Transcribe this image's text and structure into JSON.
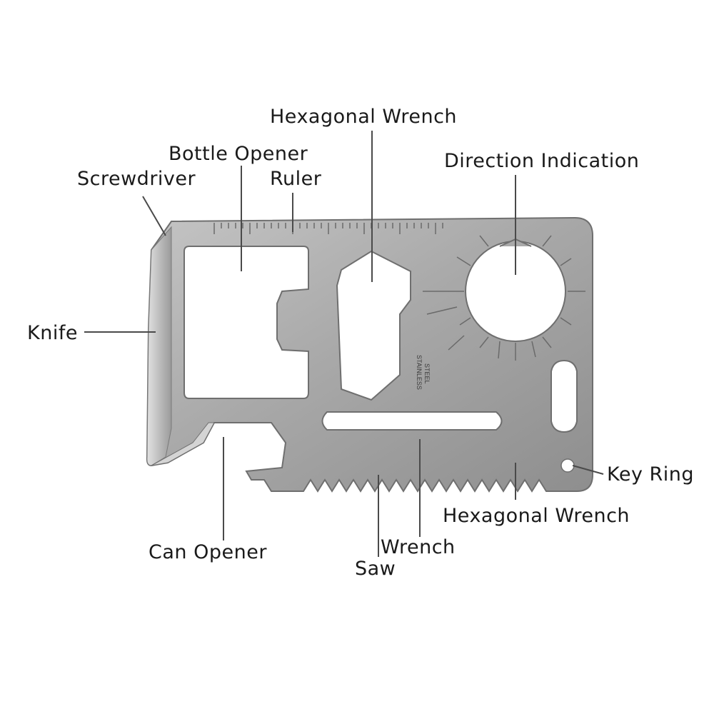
{
  "colors": {
    "background": "#ffffff",
    "steel_light": "#bcbcbc",
    "steel_mid": "#9d9d9d",
    "steel_dark": "#6f6f6f",
    "leader_line": "#4a4a4a",
    "label_text": "#1a1a1a"
  },
  "card": {
    "stamp_line1": "STAINLESS",
    "stamp_line2": "STEEL"
  },
  "labels": {
    "hex_wrench_top": "Hexagonal Wrench",
    "bottle_opener": "Bottle Opener",
    "screwdriver": "Screwdriver",
    "ruler": "Ruler",
    "direction_indication": "Direction Indication",
    "knife": "Knife",
    "key_ring": "Key Ring",
    "hex_wrench_bottom": "Hexagonal Wrench",
    "can_opener": "Can Opener",
    "wrench": "Wrench",
    "saw": "Saw"
  }
}
